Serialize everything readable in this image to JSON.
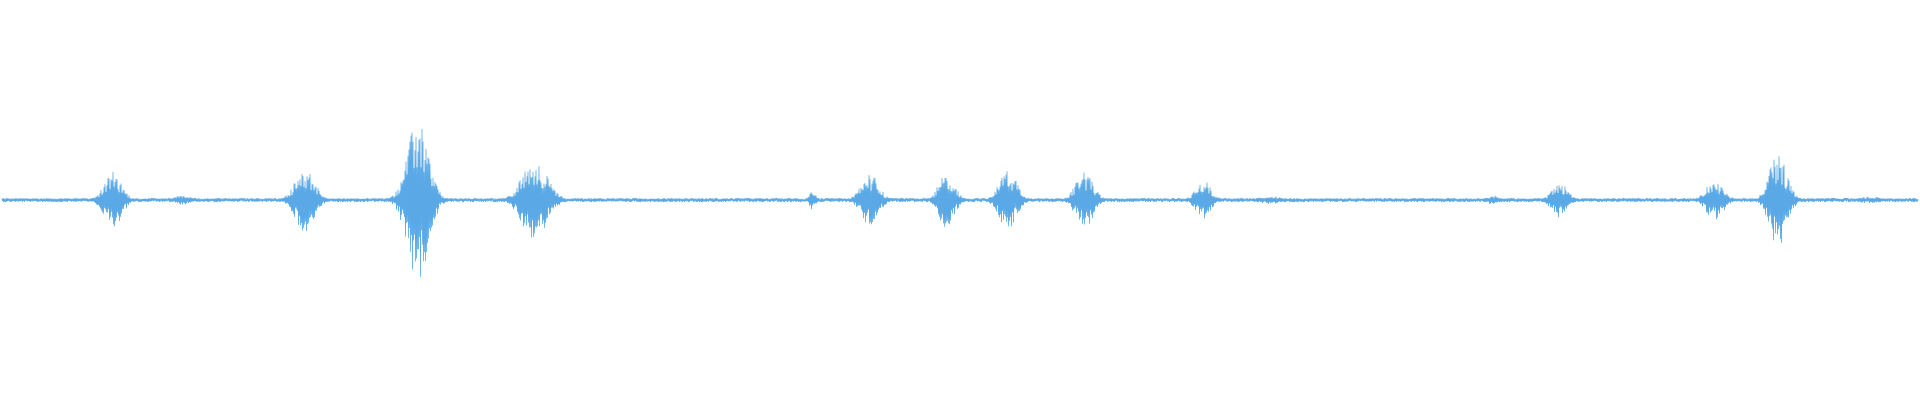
{
  "waveform": {
    "color": "#5aa9e6",
    "baseline_amplitude": 0.004,
    "bursts": [
      {
        "center": 0.058,
        "width": 0.0045,
        "amp": 0.07
      },
      {
        "center": 0.094,
        "width": 0.004,
        "amp": 0.012
      },
      {
        "center": 0.158,
        "width": 0.005,
        "amp": 0.08
      },
      {
        "center": 0.217,
        "width": 0.0055,
        "amp": 0.2
      },
      {
        "center": 0.278,
        "width": 0.0065,
        "amp": 0.1
      },
      {
        "center": 0.423,
        "width": 0.0015,
        "amp": 0.025
      },
      {
        "center": 0.453,
        "width": 0.0045,
        "amp": 0.065
      },
      {
        "center": 0.493,
        "width": 0.004,
        "amp": 0.07
      },
      {
        "center": 0.525,
        "width": 0.0045,
        "amp": 0.075
      },
      {
        "center": 0.565,
        "width": 0.0045,
        "amp": 0.07
      },
      {
        "center": 0.627,
        "width": 0.004,
        "amp": 0.05
      },
      {
        "center": 0.662,
        "width": 0.006,
        "amp": 0.01
      },
      {
        "center": 0.778,
        "width": 0.003,
        "amp": 0.012
      },
      {
        "center": 0.813,
        "width": 0.004,
        "amp": 0.045
      },
      {
        "center": 0.894,
        "width": 0.0045,
        "amp": 0.05
      },
      {
        "center": 0.927,
        "width": 0.0045,
        "amp": 0.12
      },
      {
        "center": 0.975,
        "width": 0.006,
        "amp": 0.008
      }
    ]
  }
}
